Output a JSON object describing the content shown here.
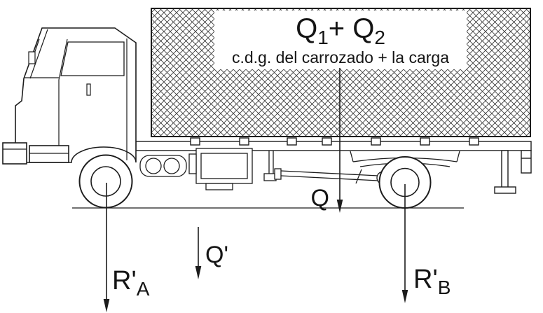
{
  "diagram": {
    "background_color": "#ffffff",
    "line_color": "#1c1c1c",
    "hatch_color": "#3c3c3c",
    "load_title": {
      "q1_main": "Q",
      "q1_sub": "1",
      "q2_main": "+ Q",
      "q2_sub": "2"
    },
    "caption": "c.d.g. del carrozado + la carga",
    "force_labels": {
      "total_load": "Q",
      "chassis_weight": "Q'",
      "front_reaction": {
        "main": "R'",
        "sub": "A"
      },
      "rear_reaction": {
        "main": "R'",
        "sub": "B"
      }
    }
  }
}
